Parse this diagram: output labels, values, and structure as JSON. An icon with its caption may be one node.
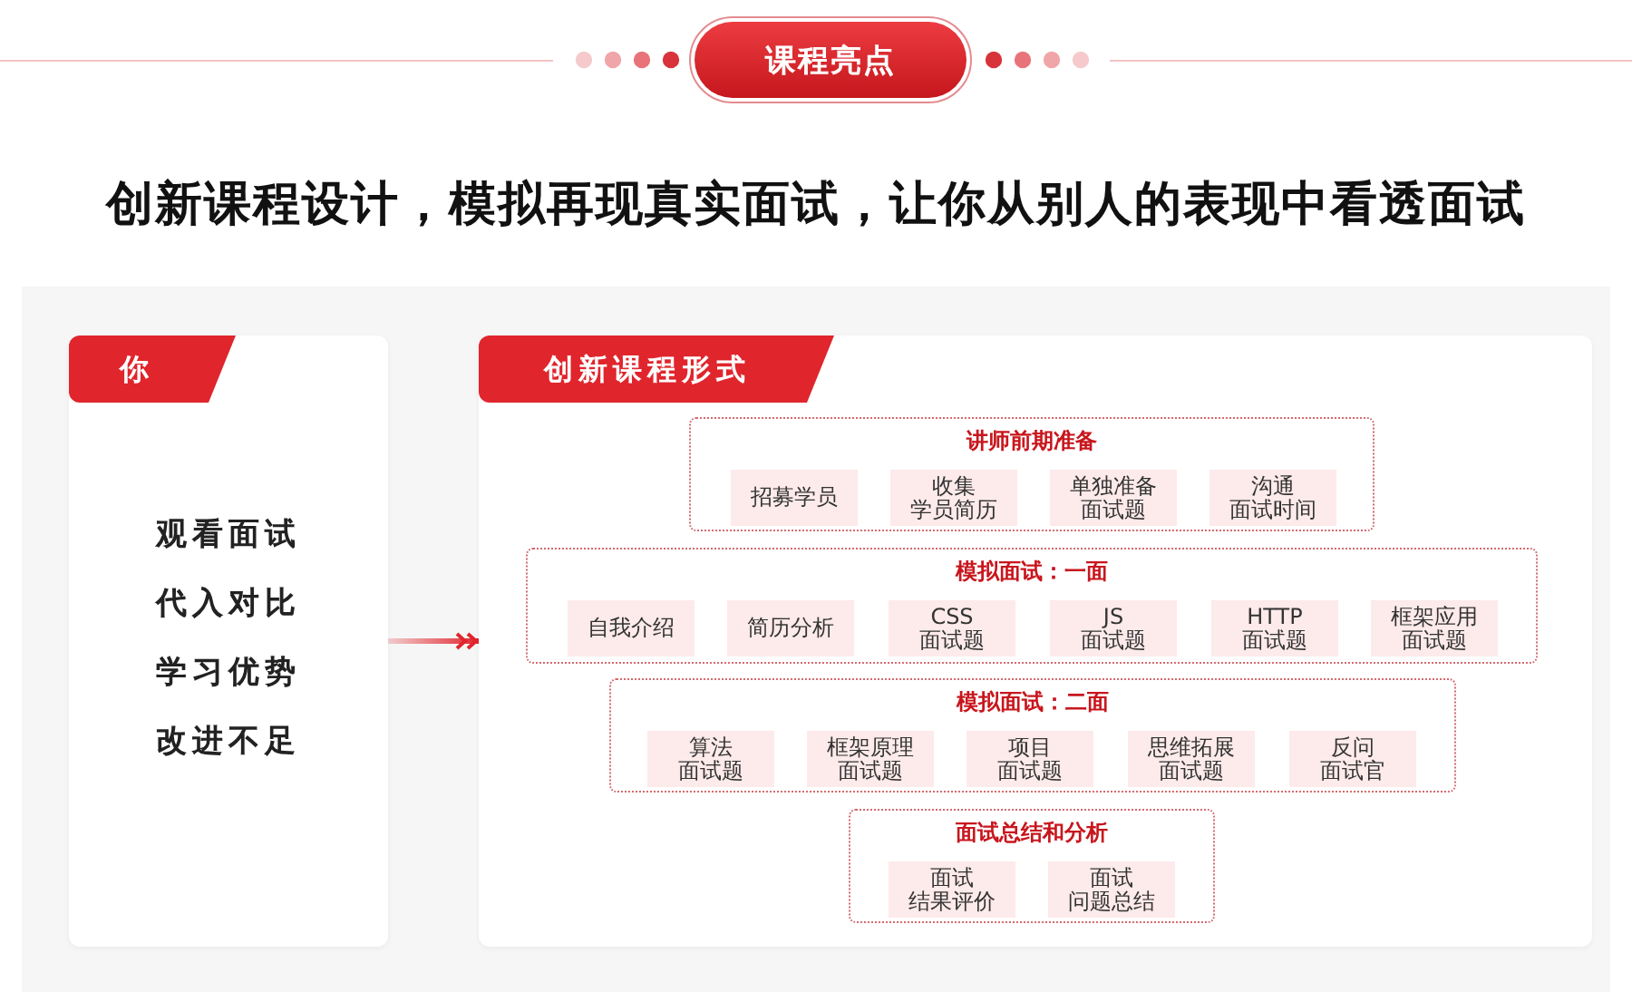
{
  "diagram": {
    "title": "课程亮点",
    "nodes": [
      {
        "text": [
          "你",
          "观看面试",
          "代入对比",
          "学习优势",
          "改进不足"
        ]
      },
      {
        "text": [
          "创新课程形式"
        ]
      },
      {
        "text": [
          "讲师前期准备"
        ],
        "in": 1
      },
      {
        "text": [
          "招募学员"
        ],
        "in": 2
      },
      {
        "text": [
          "收集学员简历"
        ],
        "in": 2
      },
      {
        "text": [
          "单独准备面试题"
        ],
        "in": 2
      },
      {
        "text": [
          "沟通面试时间"
        ],
        "in": 2
      },
      {
        "text": [
          "模拟面试：一面"
        ],
        "in": 1
      },
      {
        "text": [
          "自我介绍"
        ],
        "in": 7
      },
      {
        "text": [
          "简历分析"
        ],
        "in": 7
      },
      {
        "text": [
          "CSS面试题"
        ],
        "in": 7
      },
      {
        "text": [
          "JS面试题"
        ],
        "in": 7
      },
      {
        "text": [
          "HTTP面试题"
        ],
        "in": 7
      },
      {
        "text": [
          "框架应用面试题"
        ],
        "in": 7
      },
      {
        "text": [
          "模拟面试：二面"
        ],
        "in": 1
      },
      {
        "text": [
          "算法面试题"
        ],
        "in": 14
      },
      {
        "text": [
          "框架原理面试题"
        ],
        "in": 14
      },
      {
        "text": [
          "项目面试题"
        ],
        "in": 14
      },
      {
        "text": [
          "思维拓展面试题"
        ],
        "in": 14
      },
      {
        "text": [
          "反问面试官"
        ],
        "in": 14
      },
      {
        "text": [
          "面试总结和分析"
        ],
        "in": 1
      },
      {
        "text": [
          "面试结果评价"
        ],
        "in": 20
      },
      {
        "text": [
          "面试问题总结"
        ],
        "in": 20
      }
    ],
    "edges": [
      {
        "from": 0,
        "to": 1,
        "arrow": "to"
      }
    ],
    "labels": [
      "创新课程设计，模拟再现真实面试，让你从别人的表现中看透面试"
    ]
  }
}
